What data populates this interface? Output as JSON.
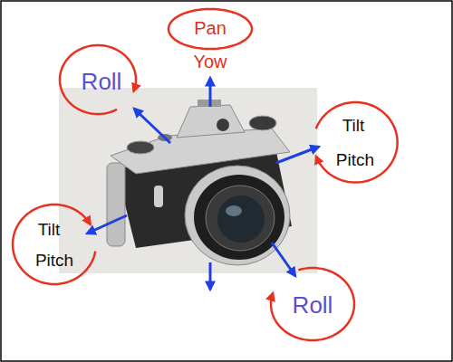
{
  "diagram": {
    "nodes": [
      {
        "text": [
          "Pan",
          "Yow"
        ]
      },
      {
        "text": [
          "Roll"
        ]
      },
      {
        "text": [
          "Tilt",
          "Pitch"
        ]
      },
      {
        "text": [
          "Tilt",
          "Pitch"
        ]
      },
      {
        "text": [
          "Roll"
        ]
      }
    ]
  }
}
